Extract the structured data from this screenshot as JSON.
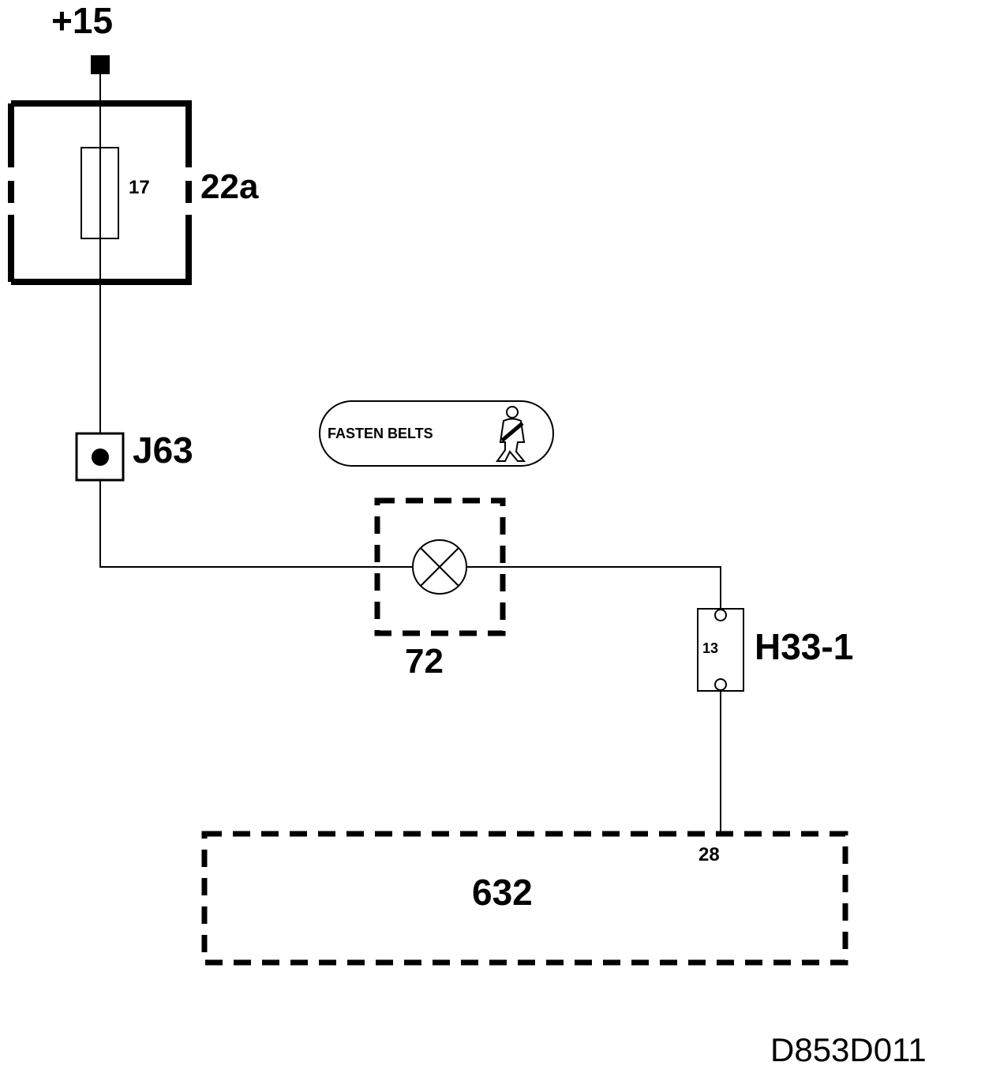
{
  "diagram": {
    "supply_label": "+15",
    "fuse_box_label": "22a",
    "fuse_number": "17",
    "junction_label": "J63",
    "indicator_text": "FASTEN BELTS",
    "lamp_label": "72",
    "connector_label": "H33-1",
    "connector_pin": "13",
    "module_label": "632",
    "module_pin": "28",
    "drawing_id": "D853D011"
  },
  "icons": {
    "seatbelt": "seatbelt-person-icon",
    "lamp": "lamp-cross-icon",
    "ground_terminal": "supply-terminal-square"
  },
  "colors": {
    "line": "#000000",
    "background": "#ffffff"
  }
}
